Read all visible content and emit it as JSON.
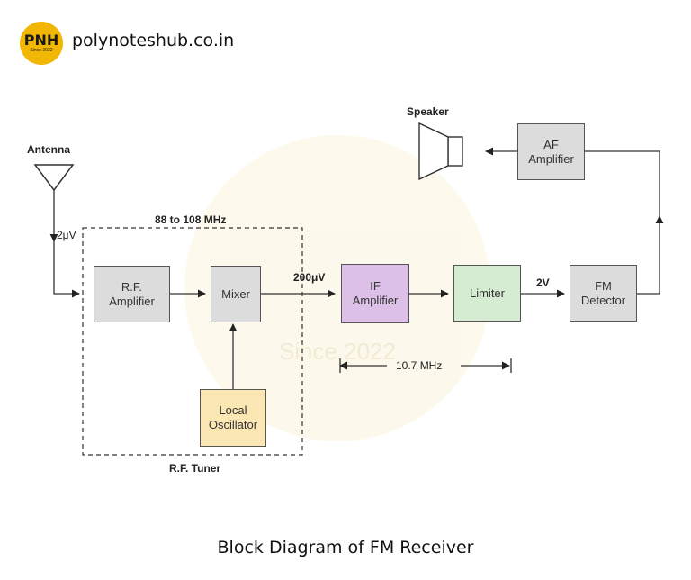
{
  "header": {
    "logo_text": "PNH",
    "logo_since": "Since 2022",
    "site": "polynoteshub.co.in"
  },
  "watermark": {
    "text": "Since 2022"
  },
  "blocks": {
    "rf_amplifier": "R.F.\nAmplifier",
    "mixer": "Mixer",
    "local_oscillator": "Local\nOscillator",
    "if_amplifier": "IF\nAmplifier",
    "limiter": "Limiter",
    "fm_detector": "FM\nDetector",
    "af_amplifier": "AF\nAmplifier"
  },
  "labels": {
    "antenna": "Antenna",
    "speaker": "Speaker",
    "input_level": "2μV",
    "freq_range": "88 to 108 MHz",
    "mixer_out": "200μV",
    "limiter_out": "2V",
    "if_freq": "10.7 MHz",
    "rf_tuner": "R.F. Tuner"
  },
  "colors": {
    "gray": "#dcdcdc",
    "purple": "#dcc0e8",
    "green": "#d6ecd2",
    "yellow": "#fbe7b4"
  },
  "caption": "Block Diagram of FM Receiver"
}
